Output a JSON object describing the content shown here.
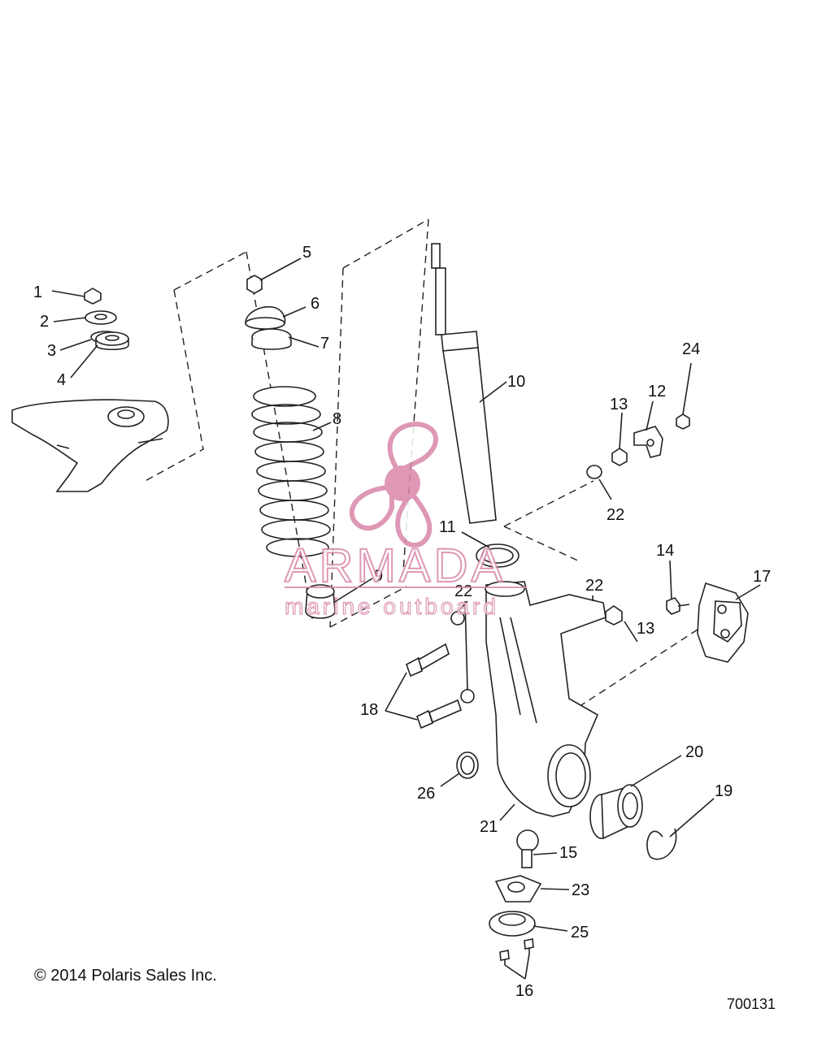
{
  "callouts": [
    "1",
    "2",
    "3",
    "4",
    "5",
    "6",
    "7",
    "8",
    "9",
    "10",
    "11",
    "12",
    "13",
    "13",
    "14",
    "15",
    "16",
    "17",
    "18",
    "19",
    "20",
    "21",
    "22",
    "22",
    "22",
    "23",
    "24",
    "25",
    "26"
  ],
  "copyright": "© 2014 Polaris Sales Inc.",
  "figure_number": "700131",
  "watermark": {
    "brand": "ARMADA",
    "tagline": "marine outboard",
    "color": "#d987a9"
  }
}
